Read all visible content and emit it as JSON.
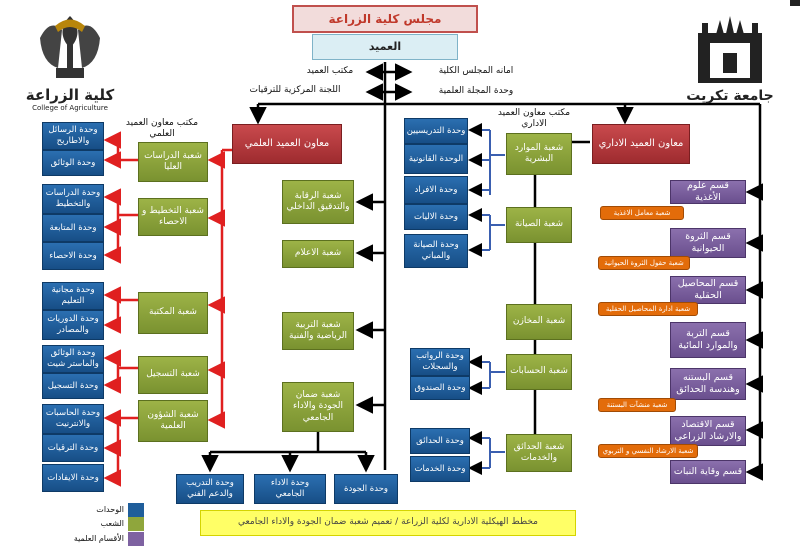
{
  "top": {
    "council": "مجلس كلية الزراعة",
    "dean": "العميد",
    "dean_office": "مكتب العميد",
    "computer_committee": "اللجنة المركزية للترقيات",
    "college_secretary": "امانه المجلس الكلية",
    "journal_unit": "وحدة المجلة العلمية"
  },
  "left_logo": {
    "text": "كلية الزراعة",
    "subtitle": "College of Agriculture"
  },
  "right_logo": {
    "text": "جامعة تكريت"
  },
  "scientific": {
    "vice_dean": "معاون العميد العلمي",
    "office": "مكتب معاون العميد العلمي",
    "branches": [
      "شعبة الدراسات العليا",
      "شعبة التخطيط و الاحصاء",
      "شعبة المكتبة",
      "شعبة التسجيل",
      "شعبة الشؤون العلمية"
    ],
    "units": [
      "وحدة الرسائل والاطاريح",
      "وحدة الوثائق",
      "وحدة الدراسات والتخطيط",
      "وحدة المتابعة",
      "وحدة الاحصاء",
      "وحدة مجانية التعليم",
      "وحدة الدوريات والمصادر",
      "وحدة الوثائق والماستر شيت",
      "وحدة التسجيل",
      "وحدة الحاسبات والانترنيت",
      "وحدة الترقيات",
      "وحدة الايفادات"
    ]
  },
  "center": {
    "branches": [
      "شعبة الرقابة والتدقيق الداخلي",
      "شعبة الاعلام",
      "شعبة التربية الرياضية والفنية",
      "شعبة ضمان الجودة والاداء الجامعي"
    ],
    "units": [
      "وحدة التدريب والدعم الفني",
      "وحدة الاداء الجامعي",
      "وحدة الجودة"
    ]
  },
  "administrative": {
    "vice_dean": "معاون العميد الاداري",
    "office": "مكتب معاون العميد الاداري",
    "branches": [
      "شعبة الموارد البشرية",
      "شعبة الصيانة",
      "شعبة المخازن",
      "شعبة الحسابات",
      "شعبة الحدائق والخدمات"
    ],
    "units": [
      "وحدة التدريسيين",
      "الوحدة القانونية",
      "وحدة الافراد",
      "وحدة الاليات",
      "وحدة الصيانة والمباني",
      "وحدة الرواتب والسجلات",
      "وحدة الصندوق",
      "وحدة الحدائق",
      "وحدة الخدمات"
    ]
  },
  "departments": [
    {
      "name": "قسم علوم الأغذية",
      "sub": "شعبة معامل الاغذية"
    },
    {
      "name": "قسم الثروة الحيوانية",
      "sub": "شعبة حقول الثروة الحيوانية"
    },
    {
      "name": "قسم المحاصيل الحقلية",
      "sub": "شعبة ادارة المحاصيل الحقلية"
    },
    {
      "name": "قسم التربة والموارد المائية",
      "sub": ""
    },
    {
      "name": "قسم البستنه وهندسة الحدائق",
      "sub": "شعبة منشآت البستنة"
    },
    {
      "name": "قسم الاقتصاد والارشاد الزراعي",
      "sub": "شعبة الارشاد النفسي و التربوي"
    },
    {
      "name": "قسم وقاية النبات",
      "sub": ""
    }
  ],
  "legend": {
    "units": "الوحدات",
    "branches": "الشعب",
    "departments": "الأقسام العلمية"
  },
  "caption": "مخطط الهيكلية الادارية لكلية الزراعة / تعميم شعبة ضمان الجودة والاداء الجامعي",
  "colors": {
    "unit": "#1f5e9b",
    "branch": "#8fa63c",
    "department": "#7e62a1",
    "vice_dean": "#b9363a",
    "sub_branch": "#e36c0a",
    "caption_bg": "#ffff66"
  }
}
